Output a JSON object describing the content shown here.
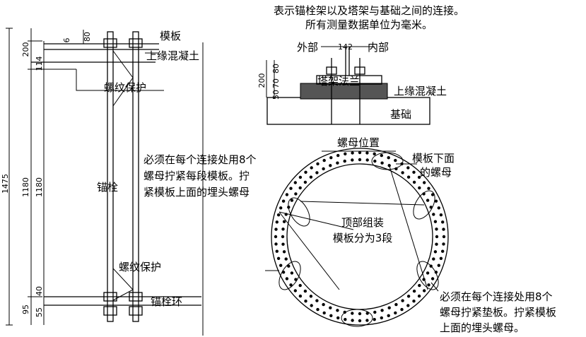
{
  "header": {
    "line1": "表示锚栓架以及塔架与基础之间的连接。",
    "line2": "所有测量数据单位为毫米。"
  },
  "left": {
    "label_template": "模板",
    "label_concrete": "上缘混凝土",
    "label_thread_top": "螺纹保护",
    "label_bolt": "锚栓",
    "label_thread_bottom": "螺纹保护",
    "label_ring": "锚栓环",
    "note": [
      "必须在每个连接处用8个",
      "螺母拧紧每段模板。拧",
      "紧模板上面的埋头螺母"
    ],
    "dims": {
      "total": "1475",
      "d200": "200",
      "d114": "114",
      "d1180a": "1180",
      "d1180b": "1180",
      "d95": "95",
      "d55": "55",
      "d40": "40",
      "d6": "6",
      "d80": "80"
    }
  },
  "flange": {
    "label_outside": "外部",
    "label_inside": "内部",
    "label_mid": "142",
    "label_flange": "塔架法兰",
    "label_concrete": "上缘混凝土",
    "label_foundation": "基础",
    "dims": {
      "d200": "200",
      "d80": "80",
      "d70": "70",
      "d50": "50"
    }
  },
  "ring": {
    "title": "螺母位置",
    "label_nuts_below": [
      "模板下面",
      "的螺母"
    ],
    "label_top": [
      "顶部组装",
      "模板分为3段"
    ],
    "note": [
      "必须在每个连接处用8个",
      "螺母拧紧垫板。拧紧模板",
      "上面的埋头螺母。"
    ]
  }
}
